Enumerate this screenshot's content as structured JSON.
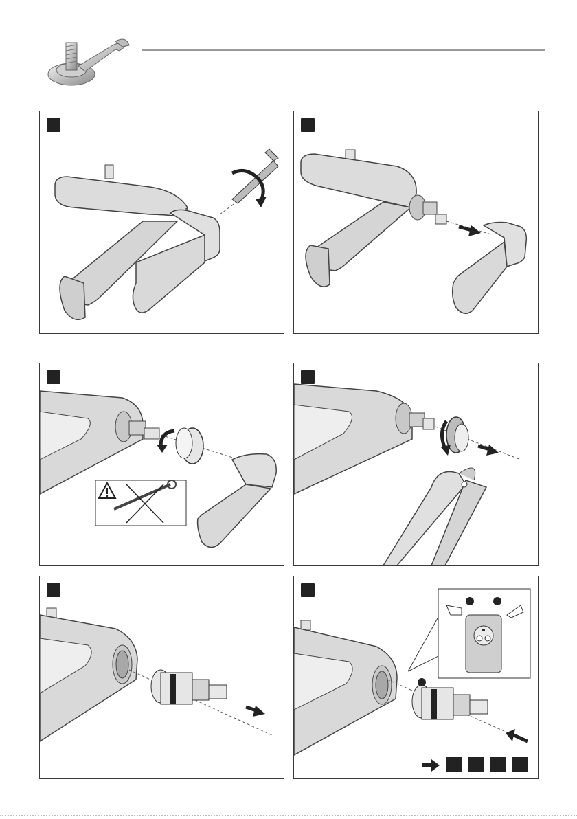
{
  "header": {
    "logo_icon": "wrench-and-nut-icon",
    "rule_color": "#9a9a9a"
  },
  "panels": [
    {
      "id": 1,
      "badge": "step-marker",
      "description_icon": "hex-key-unscrew-icon"
    },
    {
      "id": 2,
      "badge": "step-marker",
      "description_icon": "remove-lever-icon"
    },
    {
      "id": 3,
      "badge": "step-marker",
      "description_icon": "unscrew-cap-icon",
      "warning_icon": "warning-no-wrench-icon"
    },
    {
      "id": 4,
      "badge": "step-marker",
      "description_icon": "pliers-unscrew-ring-icon"
    },
    {
      "id": 5,
      "badge": "step-marker",
      "description_icon": "remove-cartridge-icon"
    },
    {
      "id": 6,
      "badge": "step-marker",
      "description_icon": "insert-cartridge-icon",
      "detail_icon": "cartridge-orientation-detail-icon"
    }
  ],
  "footer": {
    "arrow_icon": "next-arrow-icon",
    "next_steps_count": 4
  },
  "colors": {
    "metal_fill": "#d9d9d9",
    "metal_stroke": "#444444",
    "badge": "#222222",
    "panel_border": "#3a3a3a"
  }
}
